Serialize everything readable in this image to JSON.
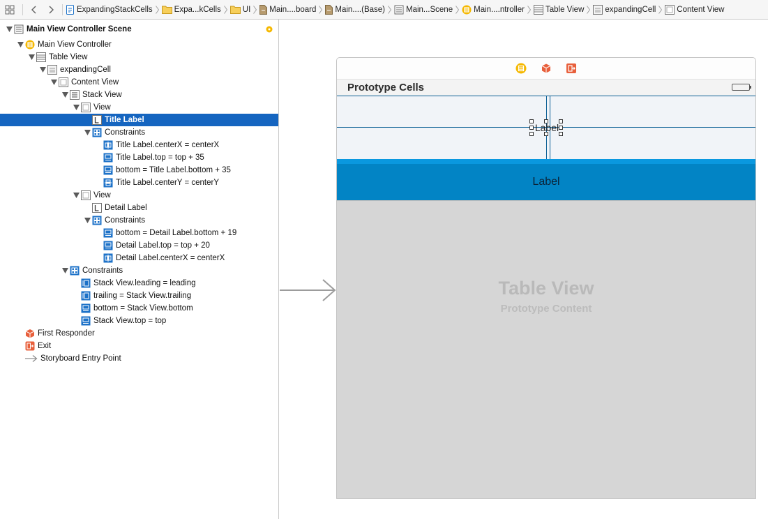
{
  "breadcrumbs": [
    {
      "label": "ExpandingStackCells",
      "icon": "project-file-icon"
    },
    {
      "label": "Expa...kCells",
      "icon": "folder-icon"
    },
    {
      "label": "UI",
      "icon": "folder-icon"
    },
    {
      "label": "Main....board",
      "icon": "storyboard-file-icon"
    },
    {
      "label": "Main....(Base)",
      "icon": "storyboard-file-icon"
    },
    {
      "label": "Main...Scene",
      "icon": "scene-icon"
    },
    {
      "label": "Main....ntroller",
      "icon": "view-controller-icon"
    },
    {
      "label": "Table View",
      "icon": "table-view-icon"
    },
    {
      "label": "expandingCell",
      "icon": "table-cell-icon"
    },
    {
      "label": "Content View",
      "icon": "view-icon"
    }
  ],
  "outline": {
    "scene_title": "Main View Controller Scene",
    "items": [
      {
        "label": "Main View Controller",
        "icon": "view-controller-icon"
      },
      {
        "label": "Table View",
        "icon": "table-view-icon"
      },
      {
        "label": "expandingCell",
        "icon": "table-cell-icon"
      },
      {
        "label": "Content View",
        "icon": "view-icon"
      },
      {
        "label": "Stack View",
        "icon": "stack-view-icon"
      },
      {
        "label": "View",
        "icon": "view-icon"
      },
      {
        "label": "Title Label",
        "icon": "label-icon"
      },
      {
        "label": "Constraints",
        "icon": "constraints-icon"
      },
      {
        "label": "Title Label.centerX = centerX",
        "icon": "constraint-centerx-icon"
      },
      {
        "label": "Title Label.top = top + 35",
        "icon": "constraint-vertical-icon"
      },
      {
        "label": "bottom = Title Label.bottom + 35",
        "icon": "constraint-vertical-icon"
      },
      {
        "label": "Title Label.centerY = centerY",
        "icon": "constraint-centery-icon"
      },
      {
        "label": "View",
        "icon": "view-icon"
      },
      {
        "label": "Detail Label",
        "icon": "label-icon"
      },
      {
        "label": "Constraints",
        "icon": "constraints-icon"
      },
      {
        "label": "bottom = Detail Label.bottom + 19",
        "icon": "constraint-vertical-icon"
      },
      {
        "label": "Detail Label.top = top + 20",
        "icon": "constraint-vertical-icon"
      },
      {
        "label": "Detail Label.centerX = centerX",
        "icon": "constraint-centerx-icon"
      },
      {
        "label": "Constraints",
        "icon": "constraints-icon"
      },
      {
        "label": "Stack View.leading = leading",
        "icon": "constraint-horizontal-icon"
      },
      {
        "label": "trailing = Stack View.trailing",
        "icon": "constraint-horizontal-icon"
      },
      {
        "label": "bottom = Stack View.bottom",
        "icon": "constraint-vertical-icon"
      },
      {
        "label": "Stack View.top = top",
        "icon": "constraint-vertical-icon"
      },
      {
        "label": "First Responder",
        "icon": "first-responder-icon"
      },
      {
        "label": "Exit",
        "icon": "exit-icon"
      },
      {
        "label": "Storyboard Entry Point",
        "icon": "entry-arrow-icon"
      }
    ],
    "selected_item": "Title Label"
  },
  "canvas": {
    "navbar_title": "Prototype Cells",
    "title_label": "Label",
    "detail_label": "Label",
    "table_view_title": "Table View",
    "table_view_subtitle": "Prototype Content"
  },
  "colors": {
    "selection": "#1565c0",
    "cell_blue": "#0284c5",
    "accent_blue": "#0b5f95",
    "view_controller_yellow": "#f5b800",
    "first_responder_orange": "#e8603c",
    "exit_red": "#e8603c"
  }
}
